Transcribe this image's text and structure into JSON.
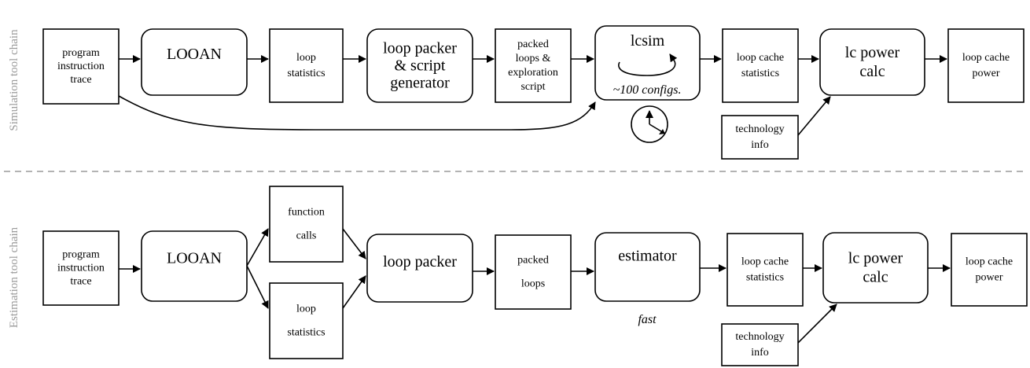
{
  "side_labels": {
    "simulation": "Simulation tool chain",
    "estimation": "Estimation tool chain"
  },
  "simulation": {
    "trace": [
      "program",
      "instruction",
      "trace"
    ],
    "looan": [
      "LOOAN"
    ],
    "loop_stats": [
      "loop",
      "statistics"
    ],
    "packer": [
      "loop packer",
      "& script",
      "generator"
    ],
    "packed": [
      "packed",
      "loops &",
      "exploration",
      "script"
    ],
    "lcsim": [
      "lcsim"
    ],
    "configs": "~100 configs.",
    "lc_stats": [
      "loop cache",
      "statistics"
    ],
    "tech": [
      "technology",
      "info"
    ],
    "power_calc": [
      "lc power",
      "calc"
    ],
    "lc_power": [
      "loop cache",
      "power"
    ]
  },
  "estimation": {
    "trace": [
      "program",
      "instruction",
      "trace"
    ],
    "looan": [
      "LOOAN"
    ],
    "func_calls": [
      "function",
      "calls"
    ],
    "loop_stats": [
      "loop",
      "statistics"
    ],
    "packer": [
      "loop packer"
    ],
    "packed": [
      "packed",
      "loops"
    ],
    "estimator": [
      "estimator"
    ],
    "fast": "fast",
    "lc_stats": [
      "loop cache",
      "statistics"
    ],
    "tech": [
      "technology",
      "info"
    ],
    "power_calc": [
      "lc power",
      "calc"
    ],
    "lc_power": [
      "loop cache",
      "power"
    ]
  }
}
